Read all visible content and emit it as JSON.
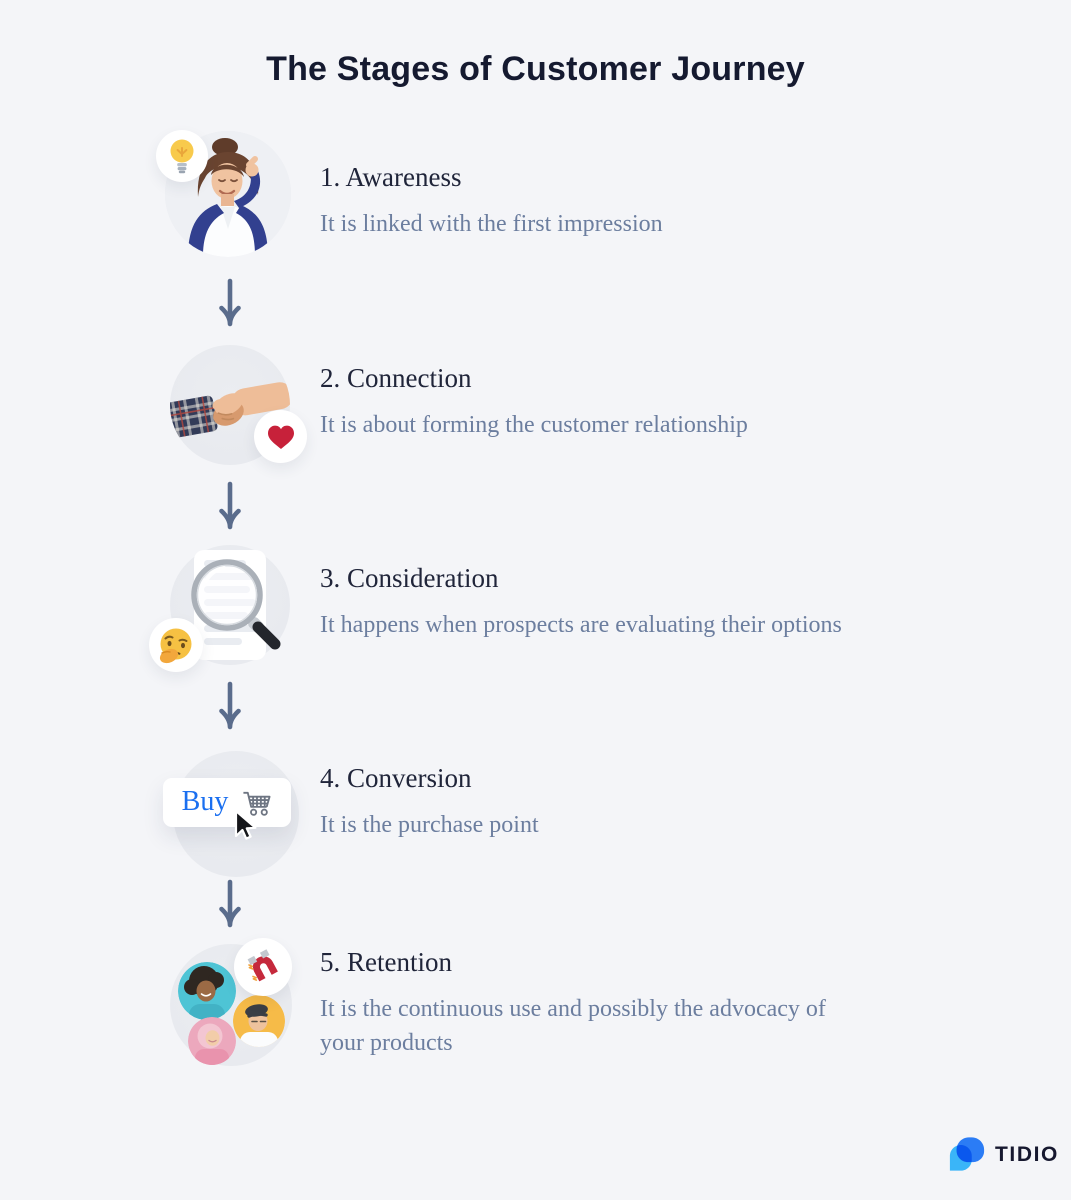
{
  "page": {
    "title": "The Stages of Customer Journey"
  },
  "stages": [
    {
      "title": "1. Awareness",
      "description": "It is linked with the first impression",
      "visual": "woman-thinking-photo",
      "badge_icon": "lightbulb-icon"
    },
    {
      "title": "2. Connection",
      "description": "It is about forming the customer relationship",
      "visual": "handshake-photo",
      "badge_icon": "heart-icon"
    },
    {
      "title": "3. Consideration",
      "description": "It happens when prospects are evaluating their options",
      "visual": "magnifier-over-document",
      "badge_icon": "thinking-face-icon"
    },
    {
      "title": "4. Conversion",
      "description": "It is the purchase point",
      "visual": "buy-button-with-cursor",
      "button_label": "Buy"
    },
    {
      "title": "5. Retention",
      "description": "It is the continuous use and possibly the advocacy of your products",
      "visual": "customer-avatars-cluster",
      "badge_icon": "magnet-icon"
    }
  ],
  "footer": {
    "brand": "TIDIO"
  },
  "colors": {
    "background": "#f4f5f8",
    "stage_circle": "#e8eaef",
    "title_text": "#151a30",
    "heading_text": "#20253a",
    "description_text": "#6c7e9f",
    "arrow": "#5a6c8c",
    "buy_blue": "#1a6ff0",
    "heart_red": "#c7213a",
    "brand_dark_blue": "#2b7cf5",
    "brand_light_blue": "#3ab5f8"
  }
}
